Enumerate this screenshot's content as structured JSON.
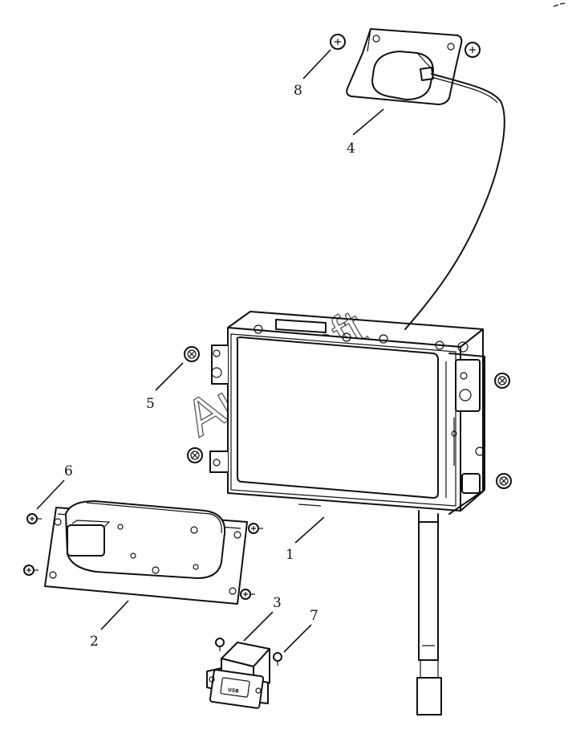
{
  "callouts": [
    {
      "id": "1",
      "label": "1"
    },
    {
      "id": "2",
      "label": "2"
    },
    {
      "id": "3",
      "label": "3"
    },
    {
      "id": "4",
      "label": "4"
    },
    {
      "id": "5",
      "label": "5"
    },
    {
      "id": "6",
      "label": "6"
    },
    {
      "id": "7",
      "label": "7"
    },
    {
      "id": "8",
      "label": "8"
    }
  ],
  "usb_label": "USB",
  "watermark": "AutoSoft"
}
